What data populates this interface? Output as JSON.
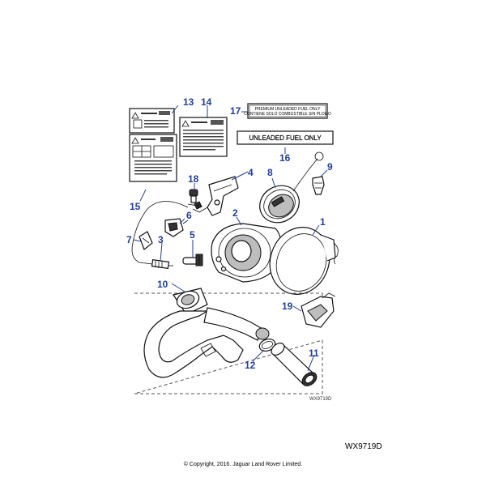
{
  "labels": {
    "premium_line1": "PREMIUM UNLEADED FUEL ONLY",
    "premium_line2": "CONTIENE SOLO COMBUSTIBLE SIN PLOMO",
    "unleaded": "UNLEADED FUEL ONLY"
  },
  "callouts": {
    "c1": "1",
    "c2": "2",
    "c3": "3",
    "c4": "4",
    "c5": "5",
    "c6": "6",
    "c7": "7",
    "c8": "8",
    "c9": "9",
    "c10": "10",
    "c11": "11",
    "c12": "12",
    "c13": "13",
    "c14": "14",
    "c15": "15",
    "c16": "16",
    "c17": "17",
    "c18": "18",
    "c19": "19"
  },
  "inner_ref": "WX9719D",
  "drawing_ref": "WX9719D",
  "copyright": "© Copyright, 2016. Jaguar Land Rover Limited.",
  "colors": {
    "callout": "#1f3fa0",
    "line": "#111111"
  }
}
